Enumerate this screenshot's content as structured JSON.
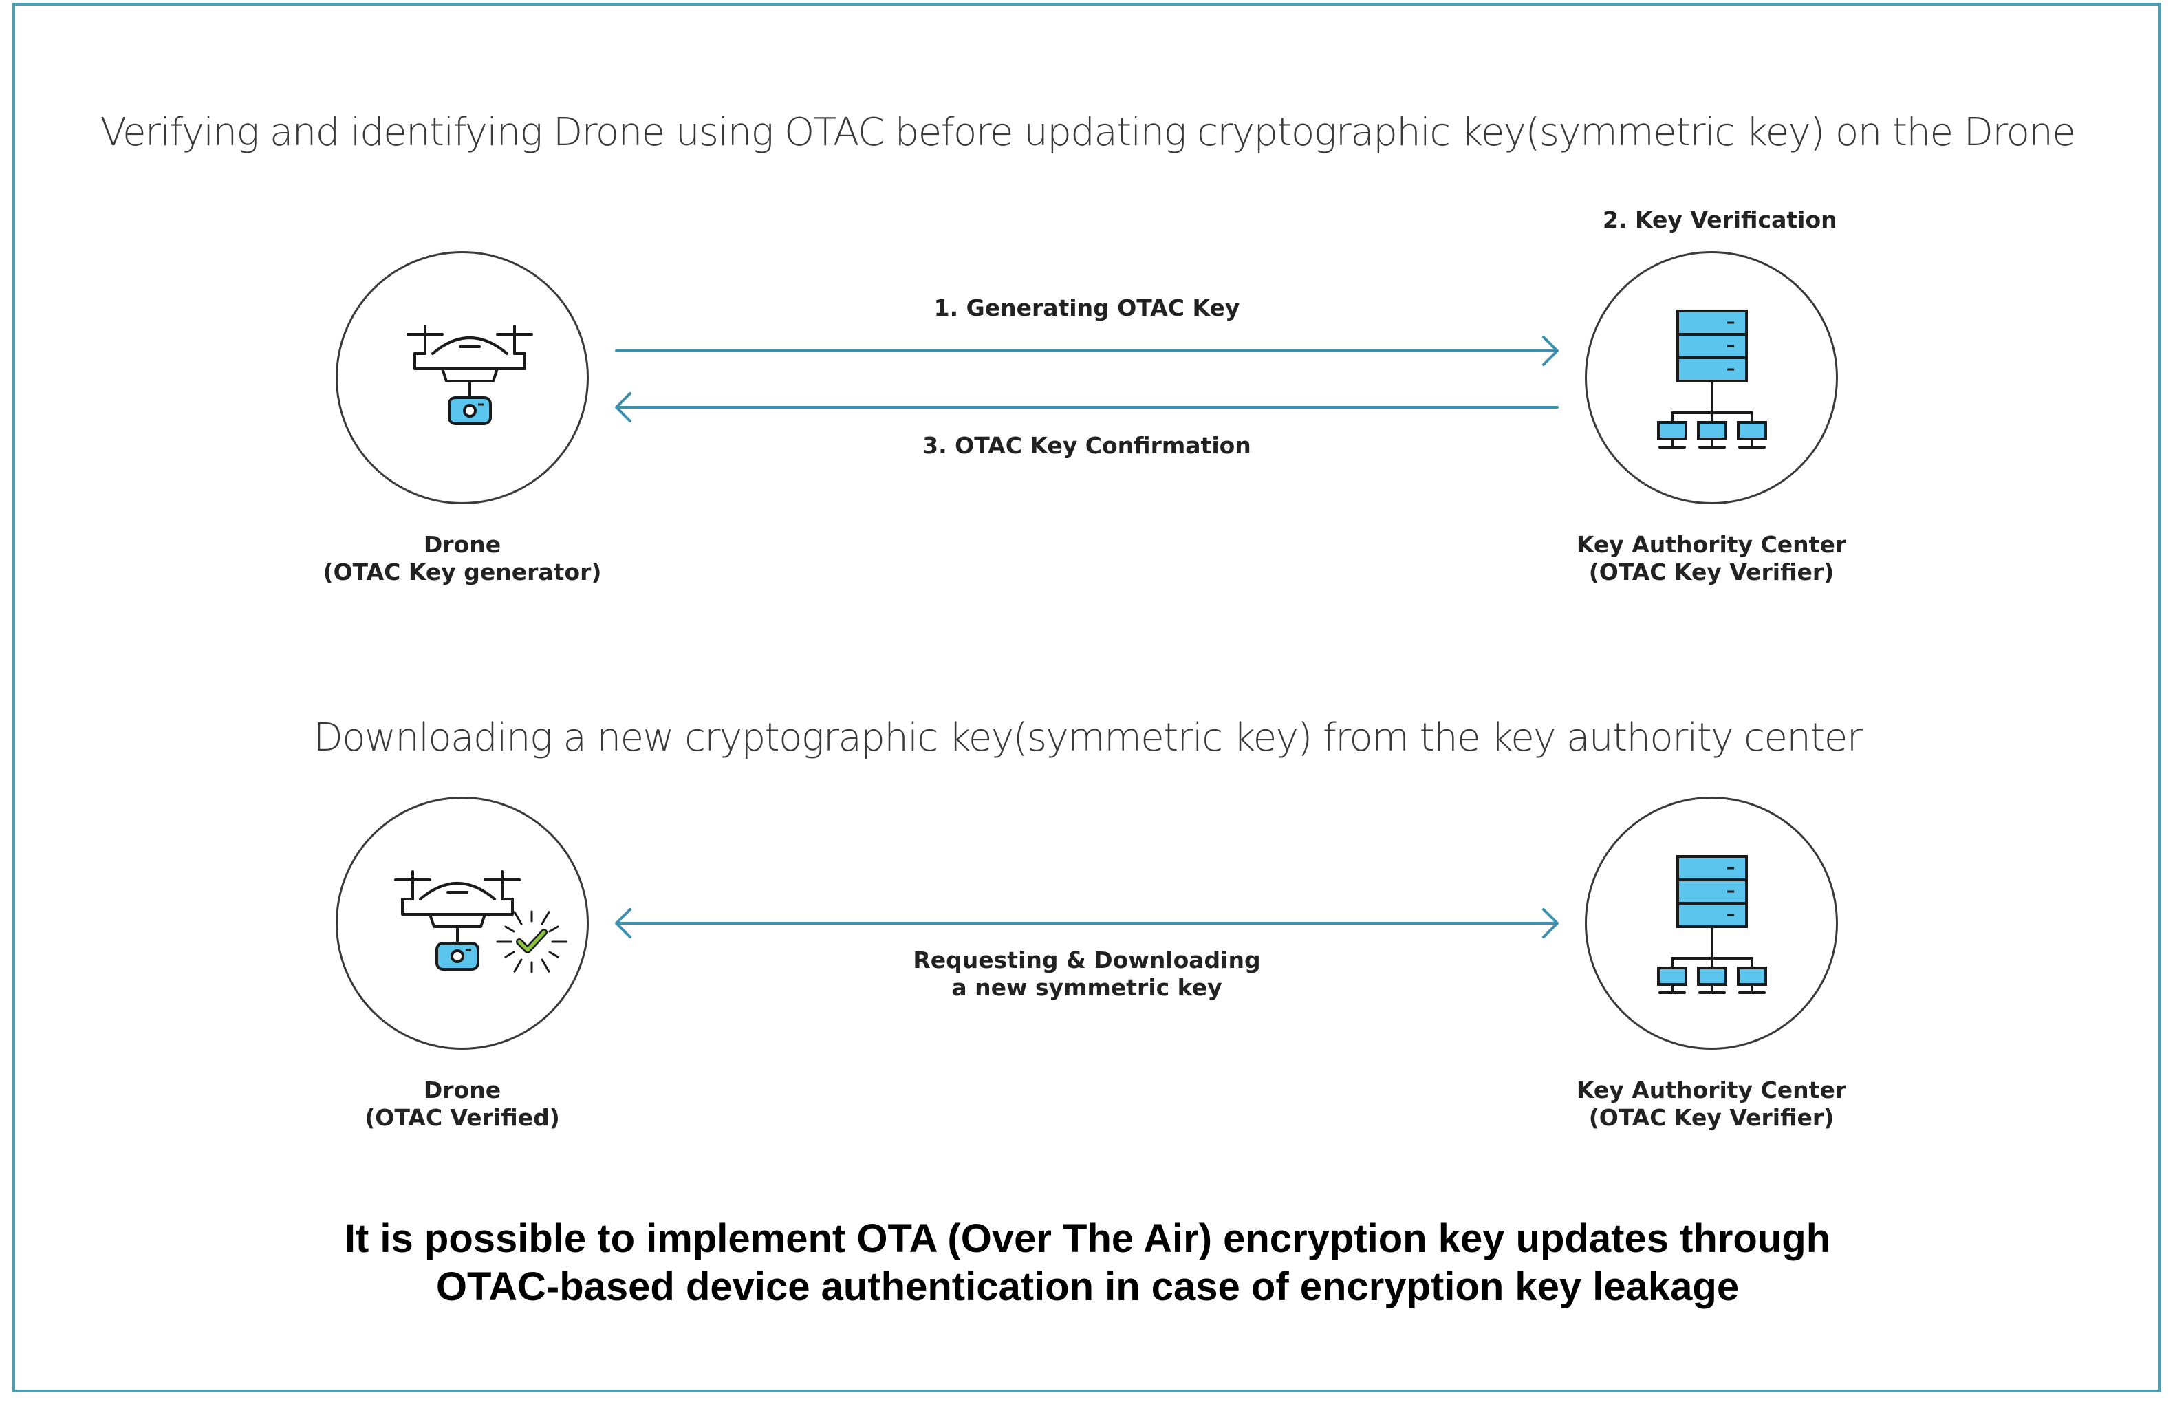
{
  "section1": {
    "title": "Verifying and identifying Drone using OTAC before updating cryptographic key(symmetric key) on the Drone",
    "step1": "1. Generating OTAC Key",
    "step2": "2. Key Verification",
    "step3": "3. OTAC Key Confirmation",
    "drone": {
      "name": "Drone",
      "role": "(OTAC Key generator)",
      "icon": "drone-icon"
    },
    "center": {
      "name": "Key Authority Center",
      "role": "(OTAC Key Verifier)",
      "icon": "server-network-icon"
    }
  },
  "section2": {
    "title": "Downloading a new cryptographic key(symmetric key) from the key authority center",
    "exchange_line1": "Requesting & Downloading",
    "exchange_line2": "a new symmetric key",
    "drone": {
      "name": "Drone",
      "role": "(OTAC Verified)",
      "icon": "drone-verified-icon"
    },
    "center": {
      "name": "Key Authority Center",
      "role": "(OTAC Key Verifier)",
      "icon": "server-network-icon"
    }
  },
  "summary": {
    "line1": "It is possible to implement OTA (Over The Air) encryption key updates through",
    "line2": "OTAC-based device authentication in case of encryption key leakage"
  },
  "colors": {
    "frame": "#4d9fb6",
    "arrow": "#3d8fae",
    "icon_fill": "#5bc5ee",
    "check": "#8cc63f",
    "outline": "#1a1a1a"
  }
}
